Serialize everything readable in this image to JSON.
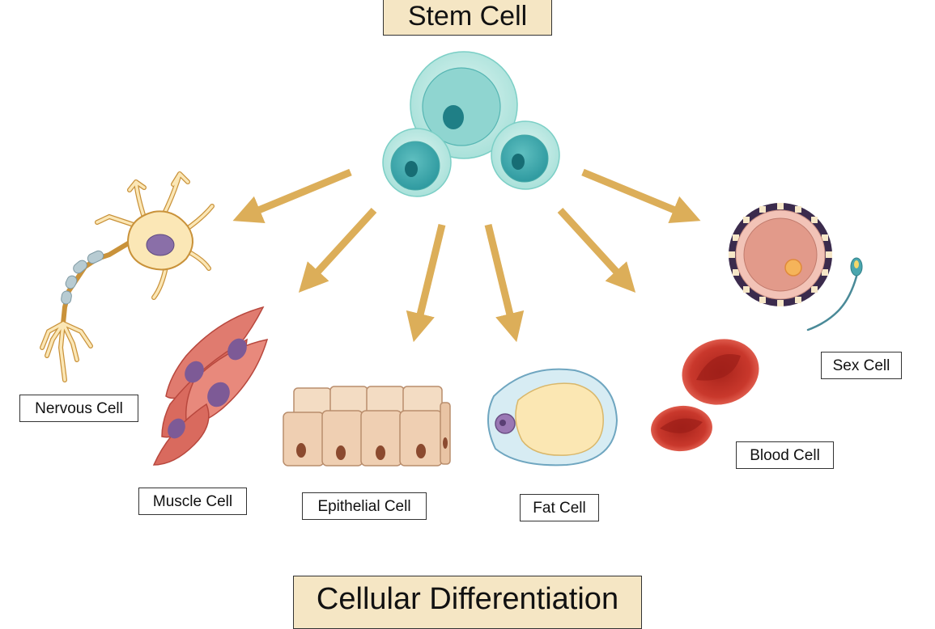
{
  "title": "Stem Cell",
  "footer_title": "Cellular Differentiation",
  "cells": {
    "nervous": "Nervous Cell",
    "muscle": "Muscle Cell",
    "epithelial": "Epithelial Cell",
    "fat": "Fat Cell",
    "blood": "Blood Cell",
    "sex": "Sex Cell"
  },
  "colors": {
    "arrow": "#dcae59",
    "title_fill": "#f5e6c4",
    "stem_cell": "#a9e1da",
    "nerve_cell": "#fbe7b6",
    "muscle_cell": "#d96a5e",
    "epithelial_cell": "#efcfb2",
    "fat_cell": "#fbe7b3",
    "blood_cell": "#c9382c",
    "egg_cell": "#e29a8a"
  }
}
